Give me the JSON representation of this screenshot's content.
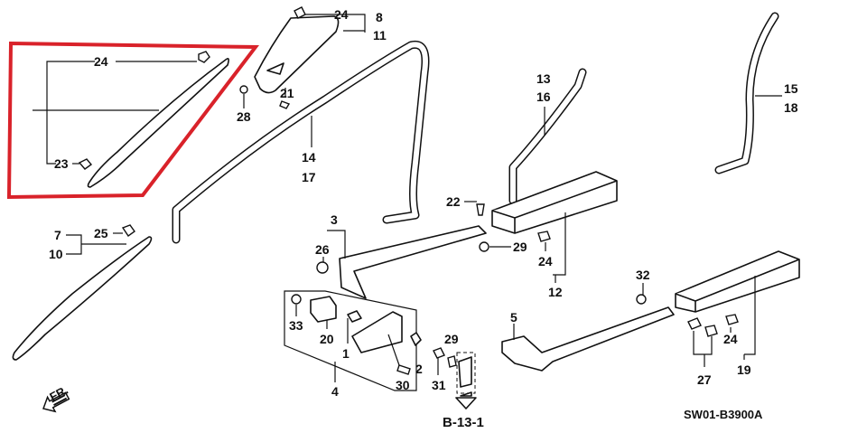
{
  "title": "Honda pillar garnish / door opening trim parts diagram",
  "highlight_color": "#d9222a",
  "labels": [
    "24",
    "23",
    "24",
    "8",
    "11",
    "21",
    "28",
    "14",
    "17",
    "13",
    "16",
    "15",
    "18",
    "7",
    "10",
    "25",
    "3",
    "26",
    "22",
    "29",
    "24",
    "12",
    "32",
    "5",
    "33",
    "20",
    "1",
    "2",
    "30",
    "31",
    "29",
    "4",
    "24",
    "27",
    "19"
  ],
  "reference": "B-13-1",
  "diagram_code": "SW01-B3900A",
  "front_arrow": "FR."
}
